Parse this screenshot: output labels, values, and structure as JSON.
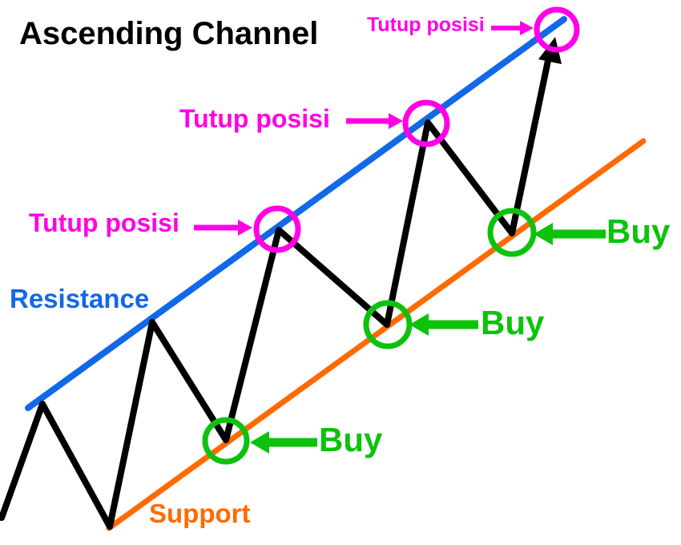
{
  "title": "Ascending Channel",
  "colors": {
    "price": "#000000",
    "resistance": "#1168e8",
    "support": "#ff6a00",
    "buy": "#0dc20d",
    "close": "#ff00e6"
  },
  "labels": {
    "resistance": "Resistance",
    "support": "Support"
  },
  "annotations": {
    "close_positions": [
      {
        "text": "Tutup posisi"
      },
      {
        "text": "Tutup posisi"
      },
      {
        "text": "Tutup posisi"
      }
    ],
    "buy_signals": [
      {
        "text": "Buy"
      },
      {
        "text": "Buy"
      },
      {
        "text": "Buy"
      }
    ]
  }
}
